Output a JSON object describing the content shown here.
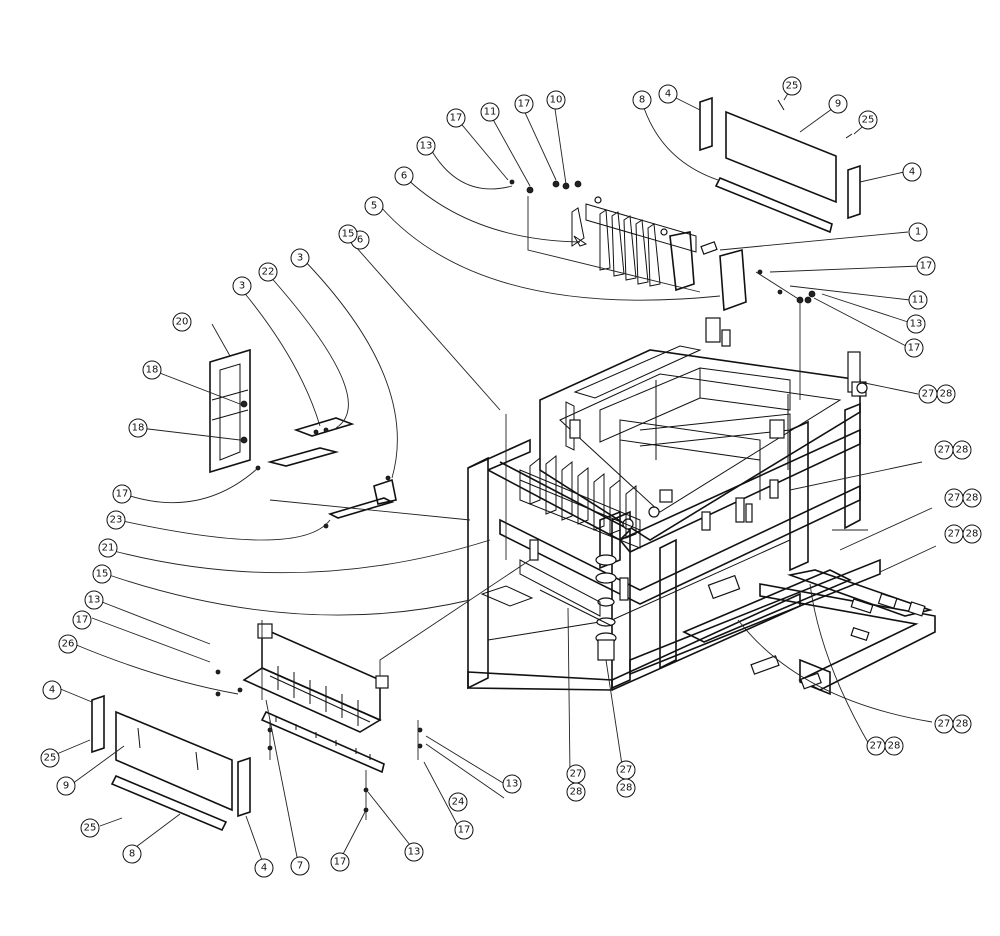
{
  "callouts": [
    {
      "id": "c1",
      "text": "1"
    },
    {
      "id": "c3a",
      "text": "3"
    },
    {
      "id": "c3b",
      "text": "3"
    },
    {
      "id": "c4a",
      "text": "4"
    },
    {
      "id": "c4b",
      "text": "4"
    },
    {
      "id": "c4c",
      "text": "4"
    },
    {
      "id": "c4d",
      "text": "4"
    },
    {
      "id": "c5",
      "text": "5"
    },
    {
      "id": "c6a",
      "text": "6"
    },
    {
      "id": "c6b",
      "text": "6"
    },
    {
      "id": "c7",
      "text": "7"
    },
    {
      "id": "c8a",
      "text": "8"
    },
    {
      "id": "c8b",
      "text": "8"
    },
    {
      "id": "c9a",
      "text": "9"
    },
    {
      "id": "c9b",
      "text": "9"
    },
    {
      "id": "c10",
      "text": "10"
    },
    {
      "id": "c11a",
      "text": "11"
    },
    {
      "id": "c11b",
      "text": "11"
    },
    {
      "id": "c13a",
      "text": "13"
    },
    {
      "id": "c13b",
      "text": "13"
    },
    {
      "id": "c13c",
      "text": "13"
    },
    {
      "id": "c13d",
      "text": "13"
    },
    {
      "id": "c13e",
      "text": "13"
    },
    {
      "id": "c15a",
      "text": "15"
    },
    {
      "id": "c15b",
      "text": "15"
    },
    {
      "id": "c17a",
      "text": "17"
    },
    {
      "id": "c17b",
      "text": "17"
    },
    {
      "id": "c17c",
      "text": "17"
    },
    {
      "id": "c17d",
      "text": "17"
    },
    {
      "id": "c17e",
      "text": "17"
    },
    {
      "id": "c17f",
      "text": "17"
    },
    {
      "id": "c17g",
      "text": "17"
    },
    {
      "id": "c17h",
      "text": "17"
    },
    {
      "id": "c18a",
      "text": "18"
    },
    {
      "id": "c18b",
      "text": "18"
    },
    {
      "id": "c20",
      "text": "20"
    },
    {
      "id": "c21",
      "text": "21"
    },
    {
      "id": "c22",
      "text": "22"
    },
    {
      "id": "c23",
      "text": "23"
    },
    {
      "id": "c24",
      "text": "24"
    },
    {
      "id": "c25a",
      "text": "25"
    },
    {
      "id": "c25b",
      "text": "25"
    },
    {
      "id": "c25c",
      "text": "25"
    },
    {
      "id": "c25d",
      "text": "25"
    },
    {
      "id": "c26",
      "text": "26"
    },
    {
      "id": "c27a",
      "text": "27"
    },
    {
      "id": "c28a",
      "text": "28"
    },
    {
      "id": "c27b",
      "text": "27"
    },
    {
      "id": "c28b",
      "text": "28"
    },
    {
      "id": "c27c",
      "text": "27"
    },
    {
      "id": "c28c",
      "text": "28"
    },
    {
      "id": "c27d",
      "text": "27"
    },
    {
      "id": "c28d",
      "text": "28"
    },
    {
      "id": "c27e",
      "text": "27"
    },
    {
      "id": "c28e",
      "text": "28"
    },
    {
      "id": "c27f",
      "text": "27"
    },
    {
      "id": "c28f",
      "text": "28"
    },
    {
      "id": "c27g",
      "text": "27"
    },
    {
      "id": "c28g",
      "text": "28"
    },
    {
      "id": "c27h",
      "text": "27"
    },
    {
      "id": "c28h",
      "text": "28"
    }
  ]
}
